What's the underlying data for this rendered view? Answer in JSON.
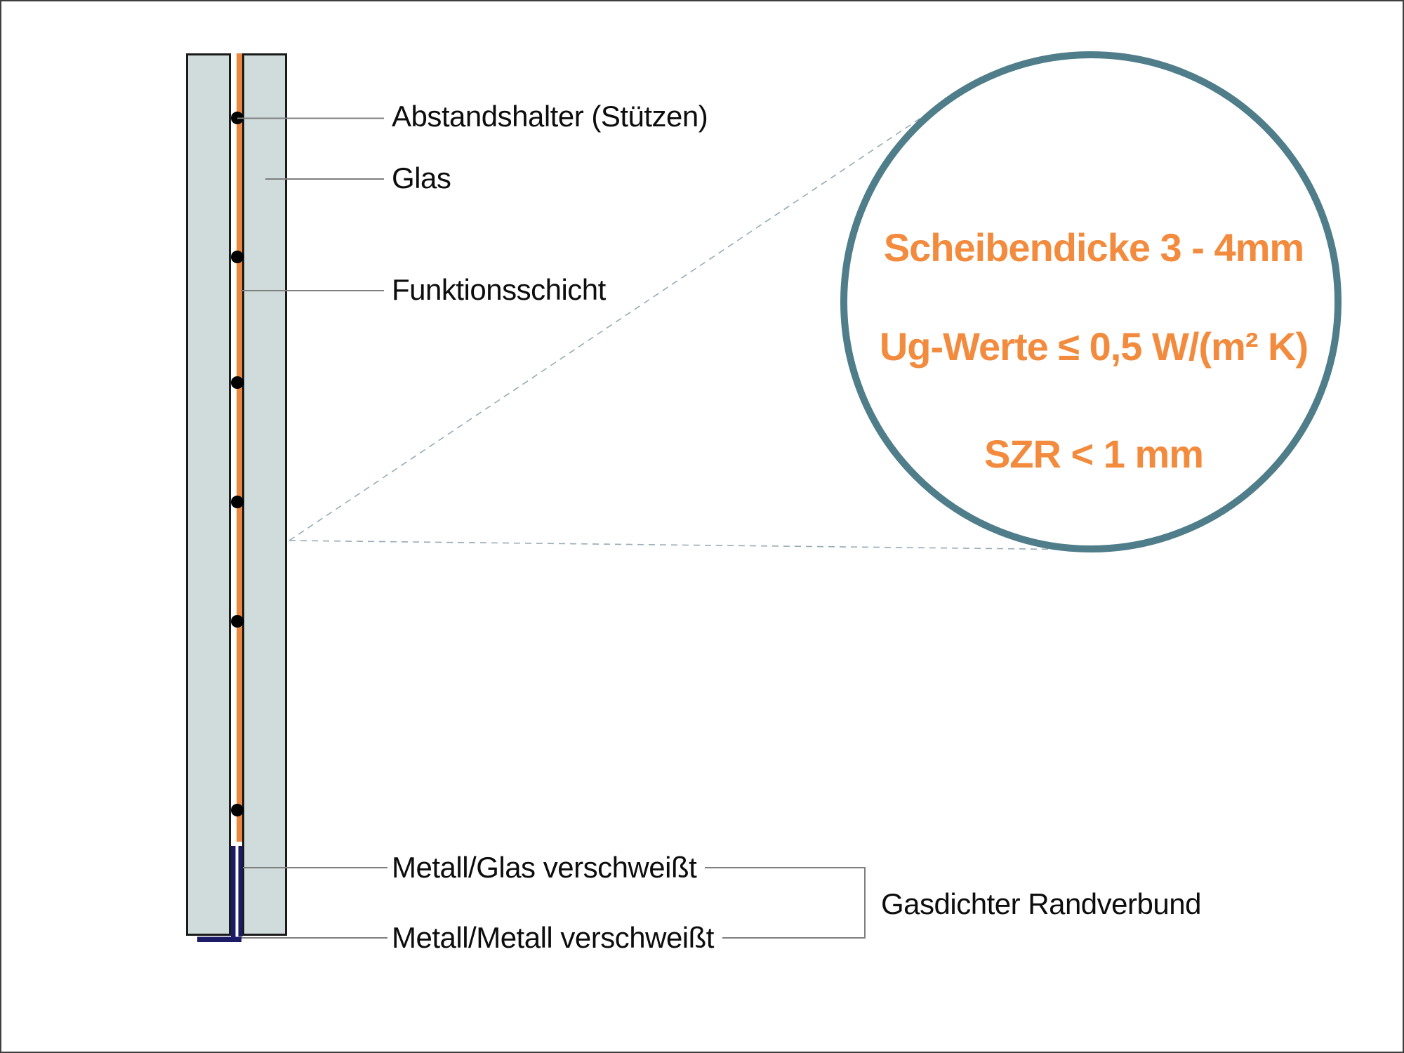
{
  "diagram": {
    "title_semantic": "Vakuumglas Querschnitt",
    "labels": {
      "abstandshalter": "Abstandshalter (Stützen)",
      "glas": "Glas",
      "funktionsschicht": "Funktionsschicht",
      "metall_glas": "Metall/Glas verschweißt",
      "metall_metall": "Metall/Metall verschweißt",
      "gasdichter": "Gasdichter Randverbund"
    },
    "callout": {
      "line1": "Scheibendicke 3 - 4mm",
      "line2": "Ug-Werte ≤ 0,5 W/(m² K)",
      "line3": "SZR < 1 mm"
    },
    "colors": {
      "glass_fill": "#cfdcdb",
      "glass_border": "#1a1a1a",
      "functional_layer": "#e8873d",
      "metal_weld": "#1c1c66",
      "spacer_dot": "#000000",
      "label_line": "#7f7f7f",
      "dashed_line": "#96acb4",
      "callout_ring": "#4f7d89",
      "callout_text": "#f28b3d"
    }
  }
}
